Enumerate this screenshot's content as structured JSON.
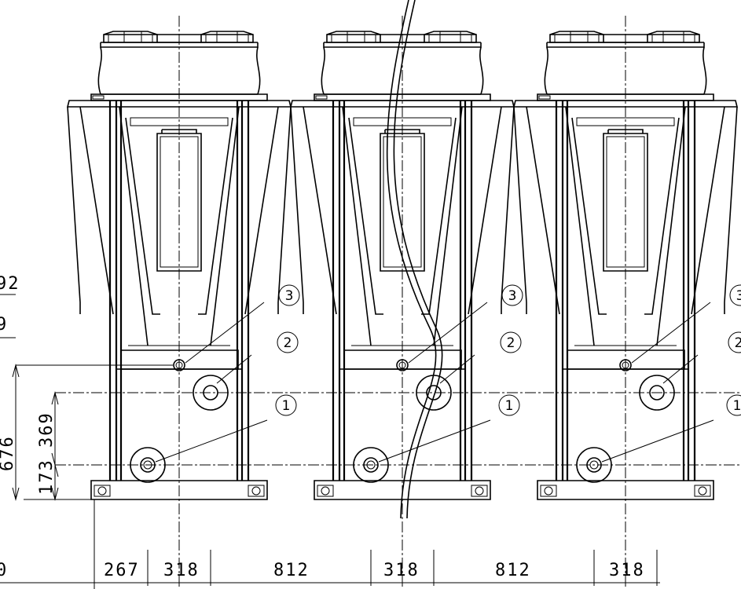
{
  "dimensions": {
    "bottom": [
      "0",
      "267",
      "318",
      "812",
      "318",
      "812",
      "318"
    ],
    "vertical": [
      "676",
      "369",
      "173"
    ],
    "partial_top": [
      "92",
      "9"
    ]
  },
  "callouts": [
    "1",
    "2",
    "3"
  ],
  "partial_callouts": [
    "3",
    "2",
    "1"
  ]
}
